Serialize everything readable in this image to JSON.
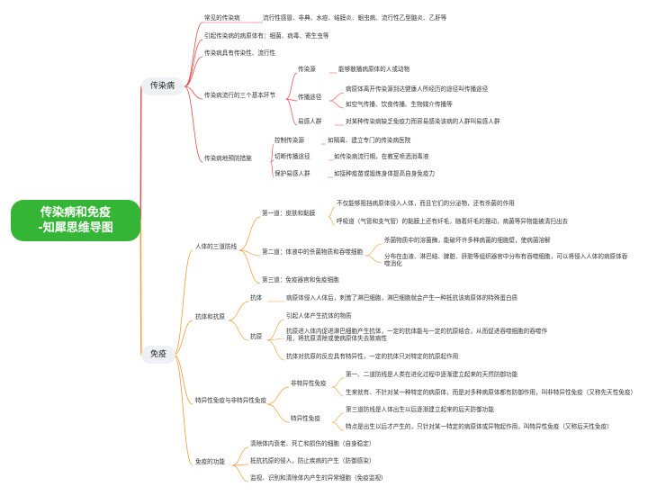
{
  "root": {
    "line1": "传染病和免疫",
    "line2": "-知犀思维导图"
  },
  "colors": {
    "root_bg": "#35b535",
    "branch_top": "#e84a4a",
    "branch_bottom": "#f39a34",
    "main_bg": "#eef0f3"
  },
  "nodes": {
    "crb": "传染病",
    "cjdcrb": "常见的传染病",
    "cjdcrb_list": "流行性感冒、非典、水痘、结膜炎、蛔虫病、流行性乙型脑炎、乙肝等",
    "bytx": "引起传染病的病原体有：细菌、病毒、寄生虫等",
    "crxlxx": "传染病具有传染性、流行性",
    "sgjbhj": "传染病流行的三个基本环节",
    "crby": "传染源",
    "crby_d": "能够散播病原体的人或动物",
    "cbtj": "传播途径",
    "cbtj_d1": "病原体离开传染源到达健康人所经历的途径叫传播途径",
    "cbtj_d2": "如空气传播、饮食传播、生物媒介传播等",
    "ygrq": "易感人群",
    "ygrq_d": "对某种传染病缺乏免疫力而容易感染该病的人群叫易感人群",
    "yfcs": "传染病地预防措施",
    "kzcry": "控制传染源",
    "kzcry_d": "如隔离、建立专门的传染病医院",
    "qdcbtj": "切断传播途径",
    "qdcbtj_d": "如传染病流行期，在教室喷洒消毒液",
    "bhygrq": "保护易感人群",
    "bhygrq_d": "如接种疫苗或锻炼身体提高自身免疫力",
    "my": "免疫",
    "rtsdfx": "人体的三道防线",
    "dyd": "第一道：皮肤和黏膜",
    "dyd_d1": "不仅能够阻挡病原体侵入人体，而且它们的分泌物，还有杀菌的作用",
    "dyd_d2": "呼吸道（气管和支气管）的黏膜上还有纤毛，随着纤毛的摆动，病菌等异物能被清扫出去",
    "ded": "第二道：体液中的杀菌物质和吞噬细胞",
    "ded_d1": "杀菌物质中的溶菌酶，能破坏许多种病菌的细胞壁，使病菌溶解",
    "ded_d2": "分布在血液、淋巴结、脾脏、肝脏等组织器官中分布有吞噬细胞，可以将侵入人体的病原体吞噬消化",
    "dsd": "第三道：免疫器官和免疫细胞",
    "ktky": "抗体和抗原",
    "kt": "抗体",
    "kt_d": "病原体侵入人体后，刺激了淋巴细胞，淋巴细胞就会产生一种抵抗该病原体的特殊蛋白质",
    "ky": "抗原",
    "ky_d1": "引起人体产生抗体的物质",
    "ky_d2": "抗原进入体内促进淋巴细胞产生抗体，一定的抗体能与一定的抗原结合，从而促进吞噬细胞的吞噬作用，将抗原清除或使病原体失去致病性",
    "ky_d3": "抗体对抗原的反应具有特异性，一定的抗体只对特定的抗原起作用",
    "tyx": "特异性免疫与非特异性免疫",
    "ftyx": "非特异性免疫",
    "ftyx_d1": "第一、二道防线是人类在进化过程中逐渐建立起来的天然防御功能",
    "ftyx_d2": "生来就有、不针对某一种特定的病原体，而是对多种病原体都有防御作用，叫非特异性免疫（又称先天性免疫）",
    "tyxmy": "特异性免疫",
    "tyxmy_d1": "第三道防线是人体出生以后逐渐建立起来的后天防御功能",
    "tyxmy_d2": "特点是出生以后才产生的，只针对某一特定的病原体或异物起作用，叫特异性免疫（又称后天性免疫）",
    "mygn": "免疫的功能",
    "mygn_d1": "清除体内衰老、死亡和损伤的细胞（自身稳定）",
    "mygn_d2": "抵抗抗原的侵入，防止疾病的产生（防御感染）",
    "mygn_d3": "监视、识别和清除体内产生的异常细胞（免疫监视）"
  }
}
